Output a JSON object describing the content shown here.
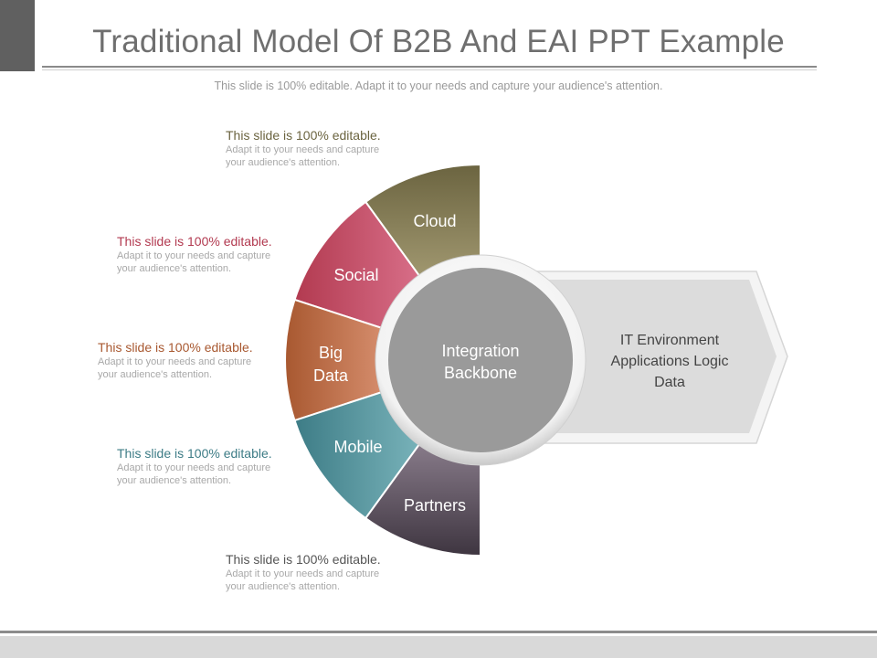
{
  "title": "Traditional Model Of B2B And EAI PPT Example",
  "subtitle": "This slide is 100% editable. Adapt it to your needs and capture your audience's attention.",
  "notes": [
    {
      "head": "This slide is 100% editable.",
      "body1": "Adapt it to your needs and capture",
      "body2": "your audience's attention.",
      "color": "#6b6440"
    },
    {
      "head": "This slide is 100% editable.",
      "body1": "Adapt it to your needs and capture",
      "body2": "your audience's attention.",
      "color": "#b23a50"
    },
    {
      "head": "This slide is 100% editable.",
      "body1": "Adapt it to your needs and capture",
      "body2": "your audience's attention.",
      "color": "#a85830"
    },
    {
      "head": "This slide is 100% editable.",
      "body1": "Adapt it to your needs and capture",
      "body2": "your audience's attention.",
      "color": "#3d7c86"
    },
    {
      "head": "This slide is 100% editable.",
      "body1": "Adapt it to your needs and capture",
      "body2": "your audience's attention.",
      "color": "#555555"
    }
  ],
  "segments": [
    {
      "line1": "Cloud",
      "line2": "",
      "color_dark": "#6b6440",
      "color_light": "#a39a72"
    },
    {
      "line1": "Social",
      "line2": "",
      "color_dark": "#b23a50",
      "color_light": "#d9708a"
    },
    {
      "line1": "Big",
      "line2": "Data",
      "color_dark": "#a85830",
      "color_light": "#d89070"
    },
    {
      "line1": "Mobile",
      "line2": "",
      "color_dark": "#3d7c86",
      "color_light": "#7ab4bb"
    },
    {
      "line1": "Partners",
      "line2": "",
      "color_dark": "#3e3540",
      "color_light": "#8c7f8e"
    }
  ],
  "hub": {
    "line1": "Integration",
    "line2": "Backbone",
    "color": "#9a9a9a"
  },
  "arrow": {
    "line1": "IT Environment",
    "line2": "Applications Logic",
    "line3": "Data",
    "color": "#dcdcdc"
  }
}
